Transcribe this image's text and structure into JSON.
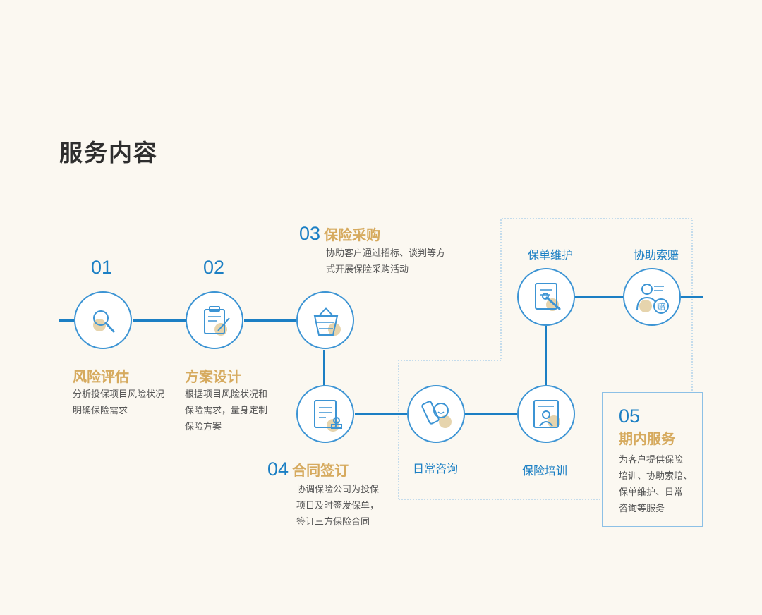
{
  "title": "服务内容",
  "steps": {
    "s01": {
      "num": "01",
      "title": "风险评估",
      "desc": [
        "分析投保项目风险状况",
        "明确保险需求"
      ]
    },
    "s02": {
      "num": "02",
      "title": "方案设计",
      "desc": [
        "根据项目风险状况和",
        "保险需求，量身定制",
        "保险方案"
      ]
    },
    "s03": {
      "num": "03",
      "title": "保险采购",
      "desc": [
        "协助客户通过招标、谈判等方",
        "式开展保险采购活动"
      ]
    },
    "s04": {
      "num": "04",
      "title": "合同签订",
      "desc": [
        "协调保险公司为投保",
        "项目及时签发保单，",
        "签订三方保险合同"
      ]
    },
    "s05": {
      "num": "05",
      "title": "期内服务",
      "desc": [
        "为客户提供保险",
        "培训、协助索赔、",
        "保单维护、日常",
        "咨询等服务"
      ]
    }
  },
  "services": {
    "daily": "日常咨询",
    "training": "保险培训",
    "maintenance": "保单维护",
    "claims": "协助索赔"
  },
  "icon_text": {
    "claims_badge": "赔"
  },
  "colors": {
    "background": "#fbf8f1",
    "accent_blue": "#1b7fc4",
    "accent_gold": "#d6aa5e",
    "title": "#2e2e2e"
  }
}
